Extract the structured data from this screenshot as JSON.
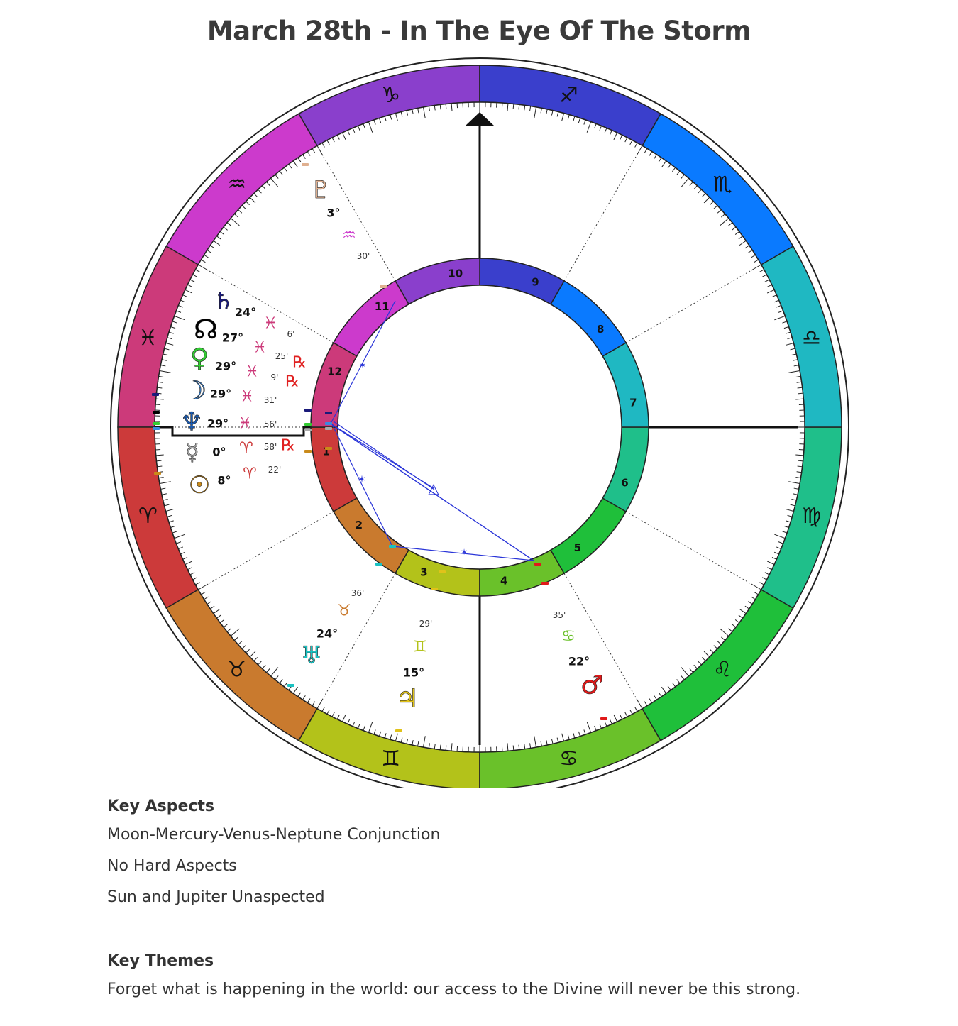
{
  "title": "March 28th - In The Eye Of The Storm",
  "chart": {
    "zodiac_wheel": [
      {
        "sign": "capricorn",
        "glyph": "♑",
        "color": "#8a3fcc"
      },
      {
        "sign": "aquarius",
        "glyph": "♒",
        "color": "#cc3acc"
      },
      {
        "sign": "pisces",
        "glyph": "♓",
        "color": "#cc3a7a"
      },
      {
        "sign": "aries",
        "glyph": "♈",
        "color": "#cc3a3a"
      },
      {
        "sign": "taurus",
        "glyph": "♉",
        "color": "#c97a2e"
      },
      {
        "sign": "gemini",
        "glyph": "♊",
        "color": "#b3c21a"
      },
      {
        "sign": "cancer",
        "glyph": "♋",
        "color": "#6ac12a"
      },
      {
        "sign": "leo",
        "glyph": "♌",
        "color": "#1fbf3a"
      },
      {
        "sign": "virgo",
        "glyph": "♍",
        "color": "#1fbf8a"
      },
      {
        "sign": "libra",
        "glyph": "♎",
        "color": "#1fb8c2"
      },
      {
        "sign": "scorpio",
        "glyph": "♏",
        "color": "#0a7aff"
      },
      {
        "sign": "sagittarius",
        "glyph": "♐",
        "color": "#3a3fcc"
      }
    ],
    "houses": [
      {
        "label": "1",
        "color": "#cc3a3a"
      },
      {
        "label": "2",
        "color": "#c97a2e"
      },
      {
        "label": "3",
        "color": "#b3c21a"
      },
      {
        "label": "4",
        "color": "#6ac12a"
      },
      {
        "label": "5",
        "color": "#1fbf3a"
      },
      {
        "label": "6",
        "color": "#1fbf8a"
      },
      {
        "label": "7",
        "color": "#1fb8c2"
      },
      {
        "label": "8",
        "color": "#0a7aff"
      },
      {
        "label": "9",
        "color": "#3a3fcc"
      },
      {
        "label": "10",
        "color": "#8a3fcc"
      },
      {
        "label": "11",
        "color": "#cc3acc"
      },
      {
        "label": "12",
        "color": "#cc3a7a"
      }
    ],
    "planets": [
      {
        "name": "pluto-icon",
        "glyph": "♇",
        "color": "#e0b090",
        "deg": "3°",
        "sign_glyph": "♒",
        "sign_color": "#cc3acc",
        "min": "30'",
        "retro": ""
      },
      {
        "name": "saturn-icon",
        "glyph": "♄",
        "color": "#1a1a7a",
        "deg": "24°",
        "sign_glyph": "♓",
        "sign_color": "#cc3a7a",
        "min": "6'",
        "retro": ""
      },
      {
        "name": "north-node-icon",
        "glyph": "☊",
        "color": "#000000",
        "deg": "27°",
        "sign_glyph": "♓",
        "sign_color": "#cc3a7a",
        "min": "25'",
        "retro": "℞"
      },
      {
        "name": "venus-icon",
        "glyph": "♀",
        "color": "#33cc33",
        "deg": "29°",
        "sign_glyph": "♓",
        "sign_color": "#cc3a7a",
        "min": "9'",
        "retro": "℞"
      },
      {
        "name": "moon-icon",
        "glyph": "☽",
        "color": "#3a8ae0",
        "deg": "29°",
        "sign_glyph": "♓",
        "sign_color": "#cc3a7a",
        "min": "31'",
        "retro": ""
      },
      {
        "name": "neptune-icon",
        "glyph": "♆",
        "color": "#1a5ab0",
        "deg": "29°",
        "sign_glyph": "♓",
        "sign_color": "#cc3a7a",
        "min": "56'",
        "retro": ""
      },
      {
        "name": "mercury-icon",
        "glyph": "☿",
        "color": "#aaaaaa",
        "deg": "0°",
        "sign_glyph": "♈",
        "sign_color": "#cc3a3a",
        "min": "58'",
        "retro": "℞"
      },
      {
        "name": "sun-icon",
        "glyph": "☉",
        "color": "#c98a1a",
        "deg": "8°",
        "sign_glyph": "♈",
        "sign_color": "#cc3a3a",
        "min": "22'",
        "retro": ""
      },
      {
        "name": "uranus-icon",
        "glyph": "♅",
        "color": "#1ac2c2",
        "deg": "24°",
        "sign_glyph": "♉",
        "sign_color": "#c97a2e",
        "min": "36'",
        "retro": ""
      },
      {
        "name": "jupiter-icon",
        "glyph": "♃",
        "color": "#e0c21a",
        "deg": "15°",
        "sign_glyph": "♊",
        "sign_color": "#b3c21a",
        "min": "29'",
        "retro": ""
      },
      {
        "name": "mars-icon",
        "glyph": "♂",
        "color": "#e01a1a",
        "deg": "22°",
        "sign_glyph": "♋",
        "sign_color": "#6ac12a",
        "min": "35'",
        "retro": ""
      }
    ]
  },
  "key_aspects": {
    "heading": "Key Aspects",
    "items": [
      "Moon-Mercury-Venus-Neptune Conjunction",
      "No Hard Aspects",
      "Sun and Jupiter Unaspected"
    ]
  },
  "key_themes": {
    "heading": "Key Themes",
    "items": [
      "Forget what is happening in the world: our access to the Divine will never be this strong."
    ]
  }
}
